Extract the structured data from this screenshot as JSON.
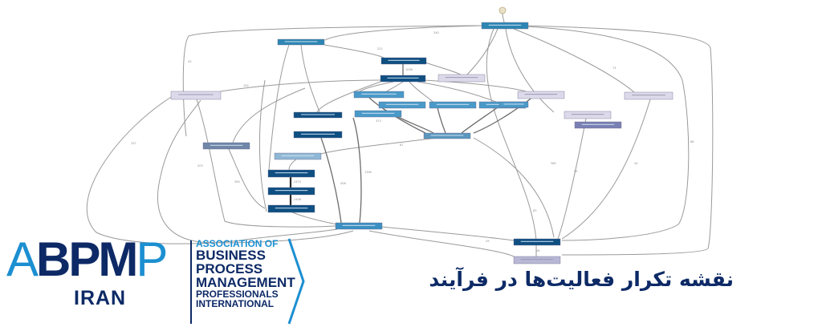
{
  "diagram": {
    "nodes": [
      {
        "id": "n-top",
        "color": "#2d86b3"
      },
      {
        "id": "n-left-top",
        "color": "#2d86b3"
      },
      {
        "id": "n-mid-1",
        "color": "#0f4f82"
      },
      {
        "id": "n-mid-2",
        "color": "#0f4f82"
      },
      {
        "id": "n-gray-1",
        "color": "#dcdaea"
      },
      {
        "id": "n-left-side",
        "color": "#dcdaea"
      },
      {
        "id": "n-right-side",
        "color": "#dcdaea"
      },
      {
        "id": "n-blue-a",
        "color": "#4a9ac9"
      },
      {
        "id": "n-blue-b",
        "color": "#4a9ac9"
      },
      {
        "id": "n-blue-c",
        "color": "#4a9ac9"
      },
      {
        "id": "n-blue-d",
        "color": "#4a9ac9"
      },
      {
        "id": "n-blue-e",
        "color": "#4a9ac9"
      },
      {
        "id": "n-blue-f",
        "color": "#4a9ac9"
      },
      {
        "id": "n-gray-2",
        "color": "#dcdaea"
      },
      {
        "id": "n-gray-3",
        "color": "#dcdaea"
      },
      {
        "id": "n-purple",
        "color": "#7a7fb3"
      },
      {
        "id": "n-dark-a",
        "color": "#0f4f82"
      },
      {
        "id": "n-dark-b",
        "color": "#0f4f82"
      },
      {
        "id": "n-steel",
        "color": "#6f86a8"
      },
      {
        "id": "n-center",
        "color": "#5a96be"
      },
      {
        "id": "n-light-left",
        "color": "#8fb7d6"
      },
      {
        "id": "n-chain-1",
        "color": "#0f4f82"
      },
      {
        "id": "n-chain-2",
        "color": "#0f4f82"
      },
      {
        "id": "n-chain-3",
        "color": "#0f4f82"
      },
      {
        "id": "n-bottom",
        "color": "#3b8fc2"
      },
      {
        "id": "n-bottom-right",
        "color": "#0f4f82"
      },
      {
        "id": "n-end",
        "color": "#b9b7d6"
      }
    ]
  },
  "logo": {
    "abpm_thin_1": "A",
    "abpm_bold": "BPM",
    "abpm_thin_2": "P",
    "country": "IRAN",
    "assoc_line1": "ASSOCIATION OF",
    "assoc_line2": "BUSINESS",
    "assoc_line3": "PROCESS",
    "assoc_line4": "MANAGEMENT",
    "assoc_line5": "PROFESSIONALS",
    "assoc_line6": "INTERNATIONAL",
    "colors": {
      "light_blue": "#1c8fd1",
      "navy": "#0d2a66"
    }
  },
  "caption": {
    "text": "نقشه تکرار فعالیت‌ها در فرآیند",
    "color": "#0d2a66"
  }
}
